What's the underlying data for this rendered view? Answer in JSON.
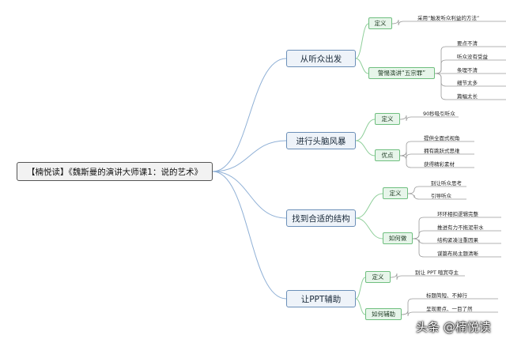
{
  "root": "【楠悦读】《魏斯曼的演讲大师课1：说的艺术》",
  "branches": [
    {
      "label": "从听众出发",
      "children": [
        {
          "label": "定义",
          "leaves": [
            "采用“触发听众利益的方法”"
          ]
        },
        {
          "label": "警惕演讲“五宗罪”",
          "leaves": [
            "要点不清",
            "听众没有受益",
            "条理不清",
            "细节太多",
            "篇幅太长"
          ]
        }
      ]
    },
    {
      "label": "进行头脑风暴",
      "children": [
        {
          "label": "定义",
          "leaves": [
            "90秒吸引听众"
          ]
        },
        {
          "label": "优点",
          "leaves": [
            "提供全面式视角",
            "拥有跳跃式思维",
            "获得精彩素材"
          ]
        }
      ]
    },
    {
      "label": "找到合适的结构",
      "children": [
        {
          "label": "定义",
          "leaves": [
            "别让听众思考",
            "引导听众"
          ]
        },
        {
          "label": "如何做",
          "leaves": [
            "环环相扣逻辑完整",
            "推进有力不拖泥带水",
            "结构紧凑注重因果",
            "谋篇布局主题清晰"
          ]
        }
      ]
    },
    {
      "label": "让PPT辅助",
      "children": [
        {
          "label": "定义",
          "leaves": [
            "别让 PPT 喧宾夺主"
          ]
        },
        {
          "label": "如何辅助",
          "leaves": [
            "标题简短、不掉行",
            "呈现要点、一目了然"
          ]
        }
      ]
    }
  ],
  "watermark": "头条 @楠悦读",
  "colors": {
    "trunk": "#8fb0d6",
    "branch": "#8fcf9a",
    "leaf": "#9a9a9a"
  }
}
